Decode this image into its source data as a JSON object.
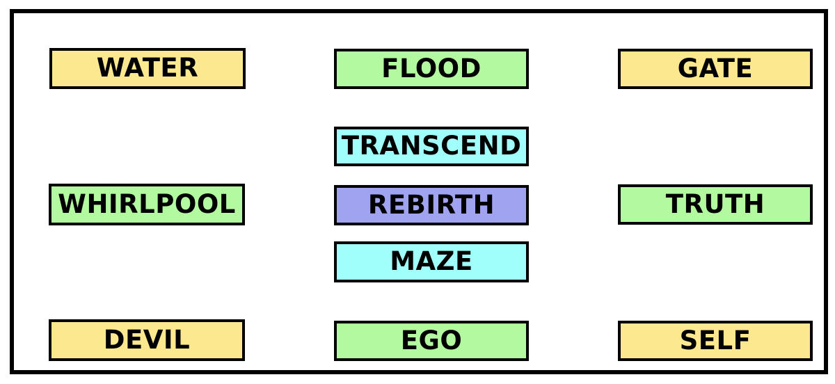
{
  "colors": {
    "yellow": "#FBE88F",
    "green": "#B3F9A0",
    "cyan": "#A0FEFB",
    "purple": "#A0A4F0",
    "tile_border": "#000000",
    "frame_border": "#000000",
    "background": "#FFFFFF",
    "text": "#000000"
  },
  "board": {
    "tiles": [
      {
        "label": "WATER",
        "color": "yellow",
        "row": 1,
        "col": "left"
      },
      {
        "label": "FLOOD",
        "color": "green",
        "row": 1,
        "col": "center"
      },
      {
        "label": "GATE",
        "color": "yellow",
        "row": 1,
        "col": "right"
      },
      {
        "label": "TRANSCEND",
        "color": "cyan",
        "row": 2,
        "col": "center"
      },
      {
        "label": "WHIRLPOOL",
        "color": "green",
        "row": 3,
        "col": "left"
      },
      {
        "label": "REBIRTH",
        "color": "purple",
        "row": 3,
        "col": "center"
      },
      {
        "label": "TRUTH",
        "color": "green",
        "row": 3,
        "col": "right"
      },
      {
        "label": "MAZE",
        "color": "cyan",
        "row": 4,
        "col": "center"
      },
      {
        "label": "DEVIL",
        "color": "yellow",
        "row": 5,
        "col": "left"
      },
      {
        "label": "EGO",
        "color": "green",
        "row": 5,
        "col": "center"
      },
      {
        "label": "SELF",
        "color": "yellow",
        "row": 5,
        "col": "right"
      }
    ]
  }
}
